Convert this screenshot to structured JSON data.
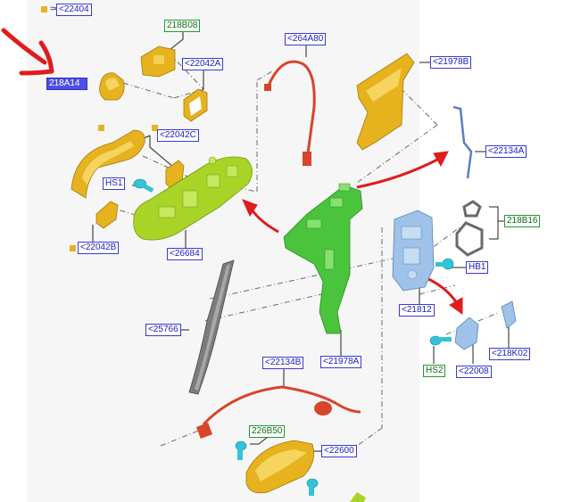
{
  "colors": {
    "callout_blue": "#3a3ad8",
    "callout_green": "#1e9c2e",
    "selected_fill": "#4f4fe6",
    "arrow_red": "#e01c1c",
    "part_yellow": "#e6b21e",
    "part_lime": "#a8d428",
    "part_green": "#49c43c",
    "part_lightblue": "#9ec2e8",
    "part_cable_red": "#d9442a",
    "part_cyan": "#33c3d8",
    "part_gray": "#7c7c7c"
  },
  "legend": {
    "equals": "=",
    "code": "<22404"
  },
  "labels": {
    "l218A14": "218A14",
    "l218B08": "218B08",
    "l22042A": "<22042A",
    "l22042C": "<22042C",
    "lHS1": "HS1",
    "l22042B": "<22042B",
    "l26684": "<26684",
    "l264A80": "<264A80",
    "l21978B": "<21978B",
    "l22134A": "<22134A",
    "l218B16": "218B16",
    "lHB1": "HB1",
    "l21812": "<21812",
    "l25766": "<25766",
    "l21978A": "<21978A",
    "l22134B": "<22134B",
    "lHS2": "HS2",
    "l22008": "<22008",
    "l218K02": "<218K02",
    "l226B50": "226B50",
    "l22600": "<22600"
  }
}
